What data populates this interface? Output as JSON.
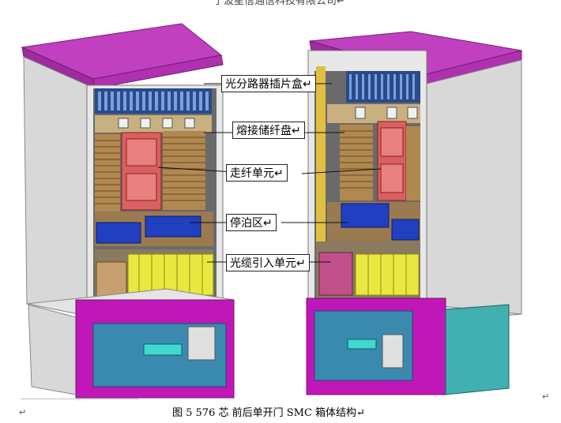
{
  "header": {
    "company": "宁波星信通信科技有限公司↵"
  },
  "labels": {
    "splitter": "光分路器插片盒↵",
    "splice": "熔接储纤盘↵",
    "routing": "走纤单元↵",
    "parking": "停泊区↵",
    "cable_entry": "光缆引入单元↵"
  },
  "caption": "图 5    576 芯    前后单开门 SMC 箱体结构↵",
  "para_marks": {
    "left": "↵",
    "right": "↵"
  },
  "colors": {
    "roof": "#c040c0",
    "base": "#c018b8",
    "cabinet": "#d4d4d4",
    "splitter": "#2a4a8a",
    "tray": "#b08850",
    "routing": "#d05050",
    "parking": "#2040c0",
    "entry": "#e8e840",
    "panel": "#3a8ab0"
  }
}
